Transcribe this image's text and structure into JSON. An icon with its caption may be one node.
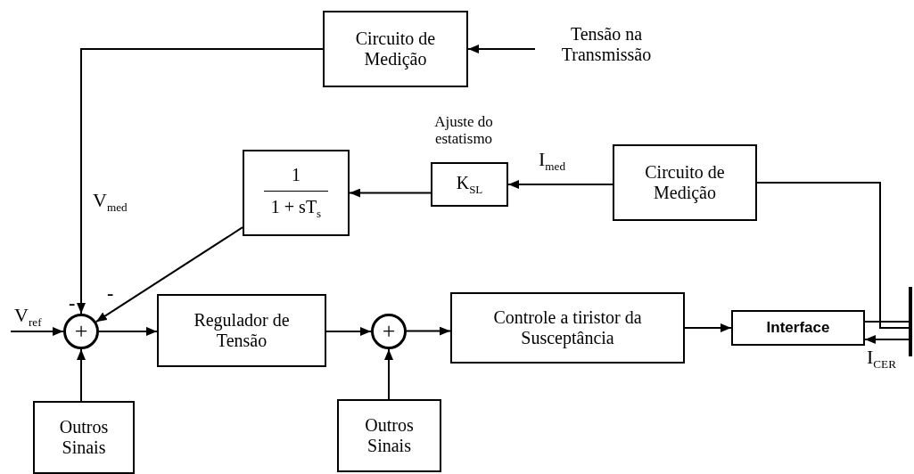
{
  "diagram": {
    "nodes": [
      {
        "text": [
          "Circuito de Medição"
        ]
      },
      {
        "text": [
          "Tensão na Transmissão"
        ]
      },
      {
        "text": [
          "1",
          "1 + sT$_{s}$"
        ]
      },
      {
        "text": [
          "K$_{SL}$"
        ],
        "beside": [
          "Ajuste do estatismo"
        ]
      },
      {
        "text": [
          "Circuito de Medição"
        ]
      },
      {
        "text": [
          "+"
        ]
      },
      {
        "text": [
          "Regulador de Tensão"
        ]
      },
      {
        "text": [
          "+"
        ]
      },
      {
        "text": [
          "Controle a tiristor da Susceptância"
        ]
      },
      {
        "text": [
          "Interface"
        ]
      },
      {
        "text": [
          "Outros Sinais"
        ]
      },
      {
        "text": [
          "Outros Sinais"
        ]
      },
      {
        "text": [],
        "shape": "bar"
      }
    ],
    "edges": [
      {
        "from": 1,
        "to": 0,
        "arrow": "to"
      },
      {
        "from": 0,
        "to": 5,
        "arrow": "to",
        "label": "V$_{med}$"
      },
      {
        "from": 4,
        "to": 3,
        "arrow": "to",
        "label": "I$_{med}$"
      },
      {
        "from": 3,
        "to": 2,
        "arrow": "to"
      },
      {
        "from": 2,
        "to": 5,
        "arrow": "to"
      },
      {
        "from": null,
        "to": 5,
        "arrow": "to",
        "label": "V$_{ref}$"
      },
      {
        "from": 10,
        "to": 5,
        "arrow": "to"
      },
      {
        "from": 5,
        "to": 6,
        "arrow": "to"
      },
      {
        "from": 6,
        "to": 7,
        "arrow": "to"
      },
      {
        "from": 11,
        "to": 7,
        "arrow": "to"
      },
      {
        "from": 7,
        "to": 8,
        "arrow": "to"
      },
      {
        "from": 8,
        "to": 9,
        "arrow": "to"
      },
      {
        "from": 9,
        "to": 12,
        "arrow": "none"
      },
      {
        "from": 12,
        "to": 4,
        "arrow": "none"
      },
      {
        "from": 12,
        "to": 9,
        "arrow": "to",
        "label": "I$_{CER}$"
      }
    ],
    "labels": [
      "-",
      "-"
    ]
  }
}
